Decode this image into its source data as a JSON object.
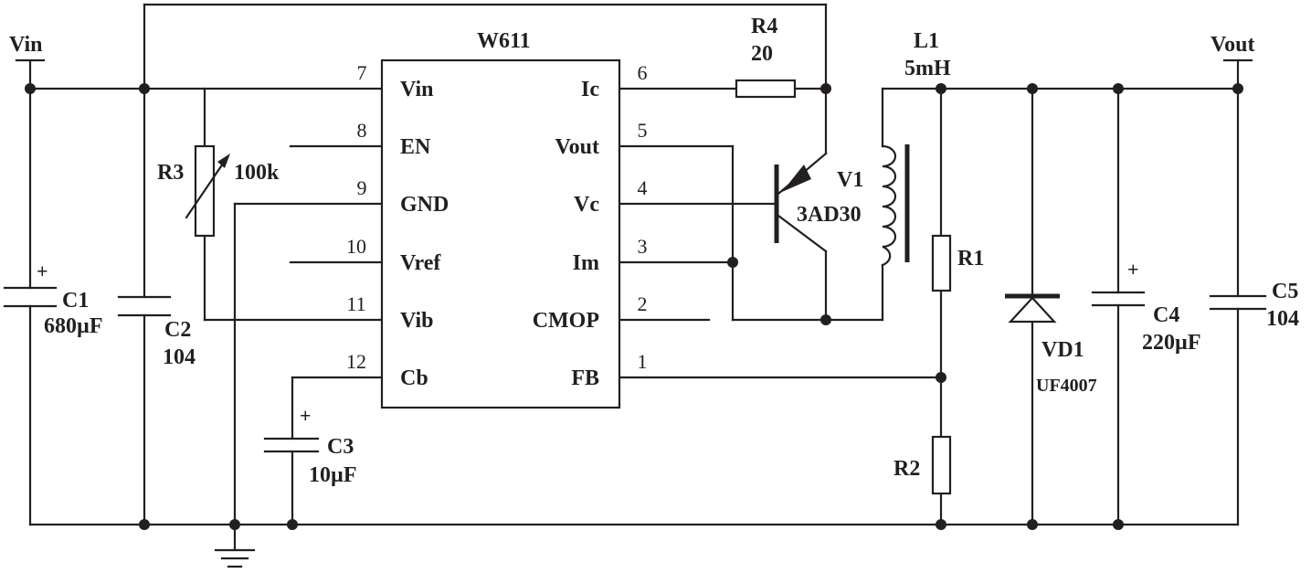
{
  "ic": {
    "name": "W611",
    "left_pins": [
      {
        "num": "7",
        "name": "Vin"
      },
      {
        "num": "8",
        "name": "EN"
      },
      {
        "num": "9",
        "name": "GND"
      },
      {
        "num": "10",
        "name": "Vref"
      },
      {
        "num": "11",
        "name": "Vib"
      },
      {
        "num": "12",
        "name": "Cb"
      }
    ],
    "right_pins": [
      {
        "num": "6",
        "name": "Ic"
      },
      {
        "num": "5",
        "name": "Vout"
      },
      {
        "num": "4",
        "name": "Vc"
      },
      {
        "num": "3",
        "name": "Im"
      },
      {
        "num": "2",
        "name": "CMOP"
      },
      {
        "num": "1",
        "name": "FB"
      }
    ]
  },
  "terminals": {
    "vin": "Vin",
    "vout": "Vout"
  },
  "components": {
    "c1": {
      "ref": "C1",
      "value": "680µF",
      "polarity": "+"
    },
    "c2": {
      "ref": "C2",
      "value": "104"
    },
    "c3": {
      "ref": "C3",
      "value": "10µF",
      "polarity": "+"
    },
    "c4": {
      "ref": "C4",
      "value": "220µF",
      "polarity": "+"
    },
    "c5": {
      "ref": "C5",
      "value": "104"
    },
    "r1": {
      "ref": "R1"
    },
    "r2": {
      "ref": "R2"
    },
    "r3": {
      "ref": "R3",
      "value": "100k"
    },
    "r4": {
      "ref": "R4",
      "value": "20"
    },
    "l1": {
      "ref": "L1",
      "value": "5mH"
    },
    "v1": {
      "ref": "V1",
      "value": "3AD30"
    },
    "vd1": {
      "ref": "VD1",
      "value": "UF4007"
    }
  }
}
